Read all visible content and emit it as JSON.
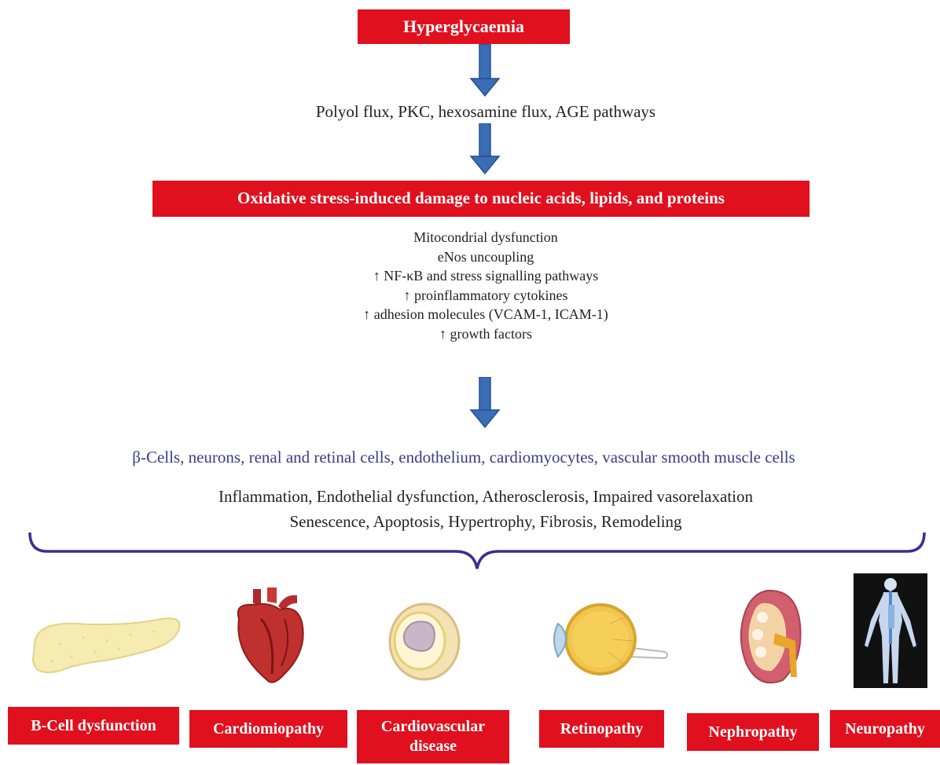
{
  "top_box": "Hyperglycaemia",
  "pathways_text": "Polyol flux, PKC, hexosamine flux, AGE pathways",
  "oxidative_box": "Oxidative stress-induced damage to nucleic acids, lipids, and proteins",
  "mechanisms": [
    "Mitocondrial dysfunction",
    "eNos uncoupling",
    "↑ NF-κB and stress signalling pathways",
    "↑ proinflammatory cytokines",
    "↑ adhesion molecules (VCAM-1, ICAM-1)",
    "↑ growth factors"
  ],
  "cells_text": "β-Cells, neurons, renal and retinal cells, endothelium, cardiomyocytes, vascular smooth muscle cells",
  "effects_line1": "Inflammation, Endothelial dysfunction, Atherosclerosis, Impaired vasorelaxation",
  "effects_line2": "Senescence, Apoptosis, Hypertrophy, Fibrosis, Remodeling",
  "outcomes": [
    {
      "label": "B-Cell dysfunction",
      "icon": "pancreas-icon"
    },
    {
      "label": "Cardiomiopathy",
      "icon": "heart-icon"
    },
    {
      "label": "Cardiovascular disease",
      "icon": "blood-vessel-icon"
    },
    {
      "label": "Retinopathy",
      "icon": "eye-icon"
    },
    {
      "label": "Nephropathy",
      "icon": "kidney-icon"
    },
    {
      "label": "Neuropathy",
      "icon": "nervous-system-icon"
    }
  ],
  "colors": {
    "box_red": "#e0101e",
    "arrow_blue": "#3a6db5",
    "brace_purple": "#3b2f8f",
    "cells_text": "#3b3b8f"
  }
}
